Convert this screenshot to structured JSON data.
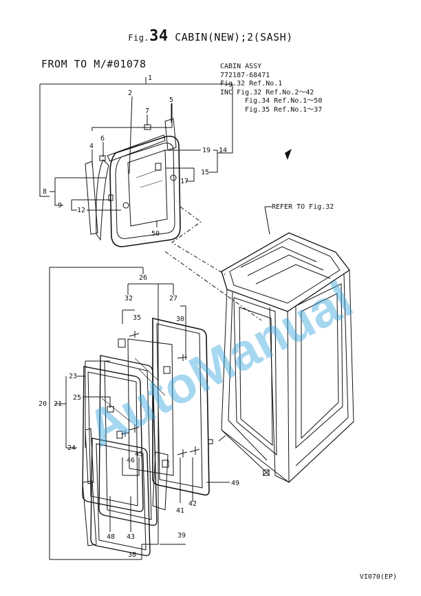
{
  "header": {
    "fig_prefix": "Fig.",
    "fig_number": "34",
    "title": "CABIN(NEW);2(SASH)",
    "serial_range": "FROM TO M/#01078"
  },
  "assembly_info": {
    "line1": "CABIN ASSY",
    "line2": "772187-68471",
    "line3": "Fig.32 Ref.No.1",
    "line4": "INC Fig.32 Ref.No.2～42",
    "line5": "Fig.34 Ref.No.1～50",
    "line6": "Fig.35 Ref.No.1～37"
  },
  "refer_label": "REFER TO Fig.32",
  "watermark": {
    "text": "AutoManual",
    "color": "#3aa6dd"
  },
  "page_code": "VI070(EP)",
  "part_numbers": [
    "1",
    "2",
    "5",
    "7",
    "6",
    "4",
    "19",
    "14",
    "15",
    "17",
    "8",
    "9",
    "12",
    "50",
    "26",
    "32",
    "27",
    "35",
    "30",
    "23",
    "25",
    "20",
    "21",
    "24",
    "46",
    "45",
    "49",
    "41",
    "42",
    "48",
    "43",
    "39",
    "38"
  ]
}
